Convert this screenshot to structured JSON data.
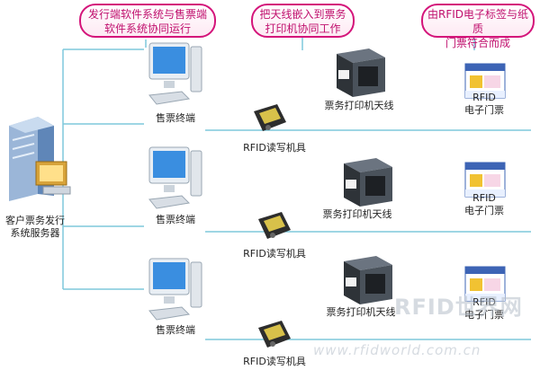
{
  "headers": {
    "h1": "发行端软件系统与售票端\n软件系统协同运行",
    "h2": "把天线嵌入到票务\n打印机协同工作",
    "h3": "由RFID电子标签与纸质\n门票符合而成"
  },
  "server_label": "客户票务发行\n系统服务器",
  "rows": [
    {
      "terminal": "售票终端",
      "reader": "RFID读写机具",
      "printer": "票务打印机天线",
      "ticket": "RFID\n电子门票"
    },
    {
      "terminal": "售票终端",
      "reader": "RFID读写机具",
      "printer": "票务打印机天线",
      "ticket": "RFID\n电子门票"
    },
    {
      "terminal": "售票终端",
      "reader": "RFID读写机具",
      "printer": "票务打印机天线",
      "ticket": "RFID\n电子门票"
    }
  ],
  "watermark": {
    "logo": "RFID世界网",
    "url": "www.rfidworld.com.cn"
  },
  "colors": {
    "line": "#7ec8dc",
    "header_border": "#d4147a",
    "header_text": "#c0106e"
  }
}
